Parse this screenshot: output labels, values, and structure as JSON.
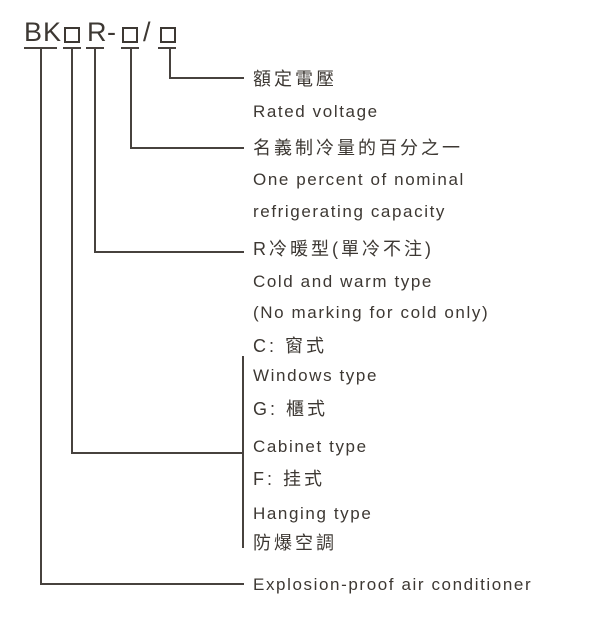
{
  "diagram": {
    "model_code": "BK□R-□/□",
    "code_parts": {
      "bk": "BK",
      "r": "R",
      "dash": "-",
      "slash": "/"
    },
    "rows": [
      {
        "text": "額定電壓",
        "lang": "zh"
      },
      {
        "text": "Rated voltage",
        "lang": "en"
      },
      {
        "text": "名義制冷量的百分之一",
        "lang": "zh"
      },
      {
        "text": "One percent of nominal",
        "lang": "en"
      },
      {
        "text": "refrigerating capacity",
        "lang": "en"
      },
      {
        "text": "R冷暖型(單冷不注)",
        "lang": "zh"
      },
      {
        "text": "Cold and warm type",
        "lang": "en"
      },
      {
        "text": "(No marking for cold only)",
        "lang": "en"
      },
      {
        "text": "C: 窗式",
        "lang": "zh"
      },
      {
        "text": "Windows type",
        "lang": "en"
      },
      {
        "text": "G: 櫃式",
        "lang": "zh"
      },
      {
        "text": "Cabinet type",
        "lang": "en"
      },
      {
        "text": "F: 挂式",
        "lang": "zh"
      },
      {
        "text": "Hanging type",
        "lang": "en"
      },
      {
        "text": "防爆空調",
        "lang": "zh"
      },
      {
        "text": "Explosion-proof air conditioner",
        "lang": "en"
      }
    ],
    "colors": {
      "ink": "#3d3833",
      "line": "#47423e",
      "background": "#ffffff"
    }
  }
}
